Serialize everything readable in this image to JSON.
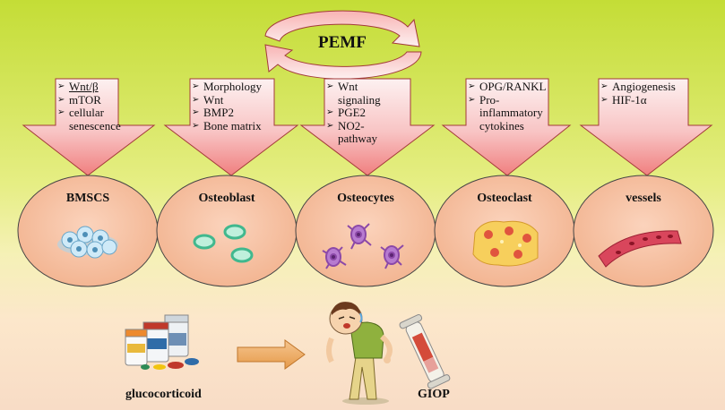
{
  "title": "PEMF",
  "arrows": [
    {
      "items": [
        "Wnt/β",
        "mTOR",
        "cellular senescence"
      ]
    },
    {
      "items": [
        "Morphology",
        "Wnt",
        "BMP2",
        "Bone matrix"
      ]
    },
    {
      "items": [
        "Wnt signaling",
        "PGE2",
        "NO2-pathway"
      ]
    },
    {
      "items": [
        "OPG/RANKL",
        "Pro-inflammatory cytokines"
      ]
    },
    {
      "items": [
        "Angiogenesis",
        "HIF-1α"
      ]
    }
  ],
  "cells": [
    {
      "label": "BMSCS"
    },
    {
      "label": "Osteoblast"
    },
    {
      "label": "Osteocytes"
    },
    {
      "label": "Osteoclast"
    },
    {
      "label": "vessels"
    }
  ],
  "bottom": {
    "left_label": "glucocorticoid",
    "right_label": "GIOP"
  },
  "colors": {
    "arrow_fill_top": "#fbe3e3",
    "arrow_fill_bottom": "#f39393",
    "arrow_stroke": "#a33a3a",
    "ellipse_fill": "#f7c3a4",
    "ellipse_stroke": "#444444",
    "bg_top": "#c4dd36",
    "bg_bottom": "#f8dcc6"
  }
}
